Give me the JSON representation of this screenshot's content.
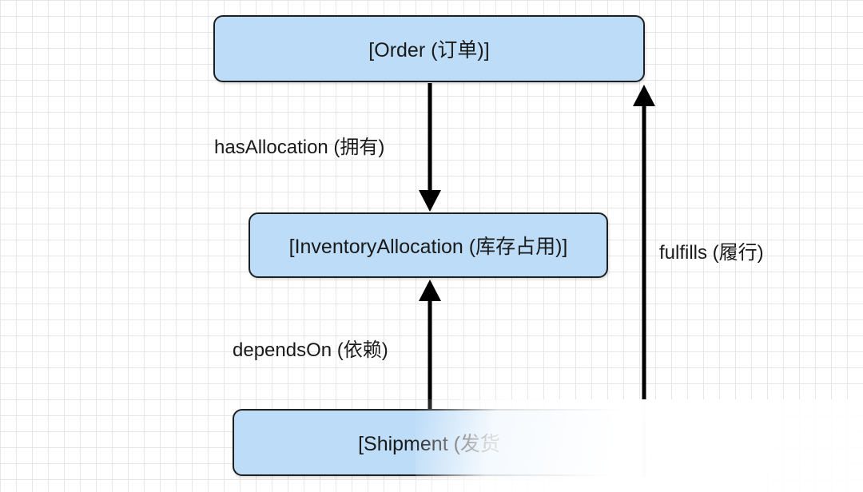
{
  "colors": {
    "node_fill": "#bcdcf7",
    "node_border": "#1f1f1f",
    "edge": "#000000",
    "grid": "#e6e6e6"
  },
  "nodes": {
    "order": {
      "label": "[Order (订单)]"
    },
    "inventory_allocation": {
      "label": "[InventoryAllocation (库存占用)]"
    },
    "shipment": {
      "label": "[Shipment (发货"
    }
  },
  "edges": {
    "has_allocation": {
      "label": "hasAllocation (拥有)",
      "from": "order",
      "to": "inventory_allocation"
    },
    "depends_on": {
      "label": "dependsOn (依赖)",
      "from": "shipment",
      "to": "inventory_allocation"
    },
    "fulfills": {
      "label": "fulfills (履行)",
      "from": "shipment",
      "to": "order"
    }
  }
}
